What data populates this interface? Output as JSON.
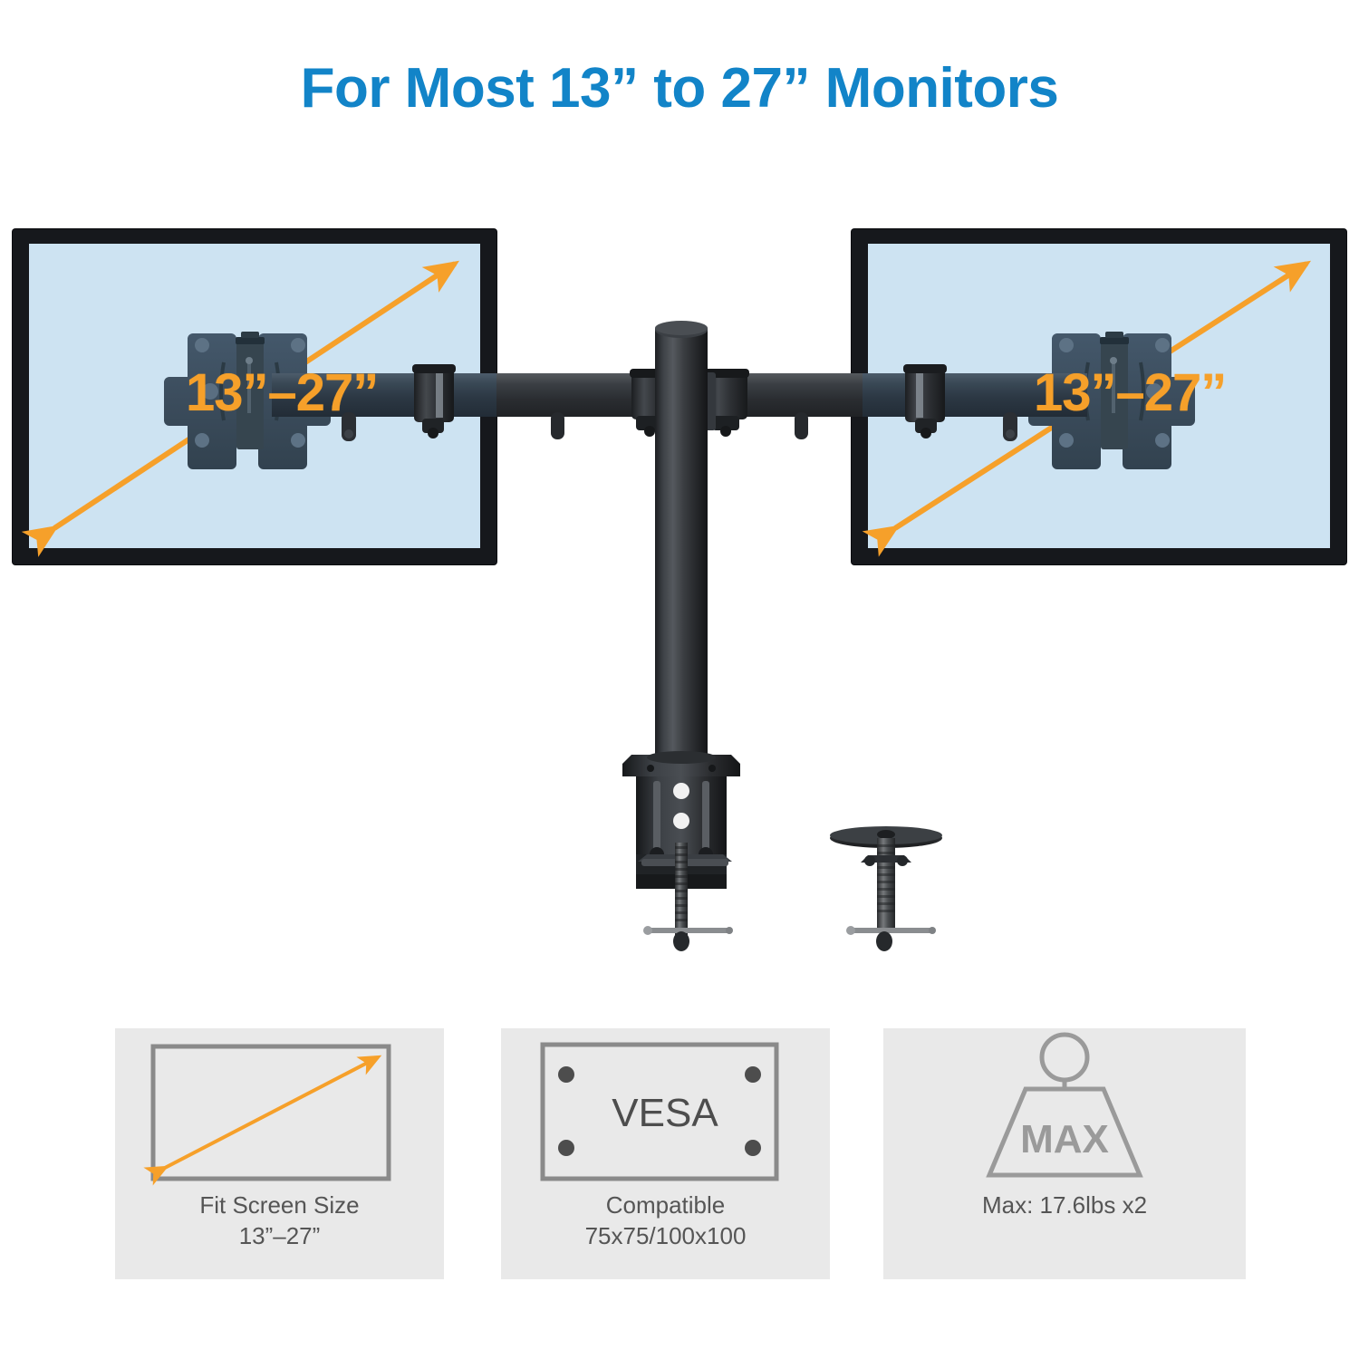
{
  "page": {
    "background_color": "#ffffff",
    "title": "For Most 13” to 27” Monitors",
    "title_color": "#1284c8"
  },
  "colors": {
    "accent_blue": "#1284c8",
    "accent_orange": "#f6a02a",
    "screen_fill": "#cde3f2",
    "bezel": "#16181c",
    "vesa_plate": "#3d4f60",
    "arm_dark": "#2b3844",
    "pole_dark": "#2a2c30",
    "panel_gray": "#e9e9e9",
    "outline_gray": "#8a8a8a",
    "caption_gray": "#555555"
  },
  "monitors": [
    {
      "id": "monitor-left",
      "size_label": "13”–27”",
      "diagonal_arrow": "double-headed-diagonal-arrow",
      "arrow_color": "#f6a02a"
    },
    {
      "id": "monitor-right",
      "size_label": "13”–27”",
      "diagonal_arrow": "double-headed-diagonal-arrow",
      "arrow_color": "#f6a02a"
    }
  ],
  "mount": {
    "type": "dual-monitor-desk-mount",
    "parts": [
      "crossbar-arm",
      "center-pole",
      "vesa-plate-left",
      "vesa-plate-right",
      "c-clamp-base",
      "grommet-base"
    ]
  },
  "features": [
    {
      "id": "feature-box-1",
      "icon": "screen-diagonal-icon",
      "caption_line1": "Fit Screen Size",
      "caption_line2": "13”–27”"
    },
    {
      "id": "feature-box-2",
      "icon": "vesa-plate-icon",
      "icon_label": "VESA",
      "caption_line1": "Compatible",
      "caption_line2": "75x75/100x100"
    },
    {
      "id": "feature-box-3",
      "icon": "weight-max-icon",
      "icon_label": "MAX",
      "caption_line1": "Max: 17.6lbs x2",
      "caption_line2": ""
    }
  ]
}
